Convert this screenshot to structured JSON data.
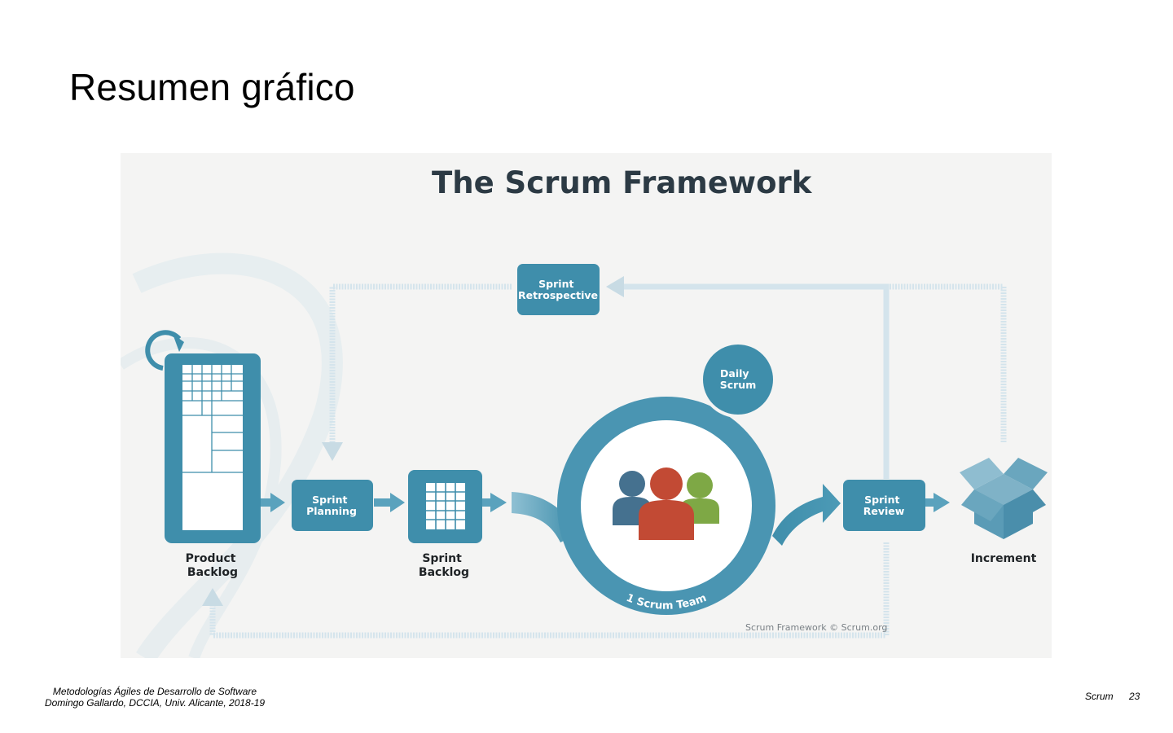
{
  "slide": {
    "title": "Resumen gráfico"
  },
  "diagram": {
    "title": "The Scrum Framework",
    "nodes": {
      "product_backlog": [
        "Product",
        "Backlog"
      ],
      "sprint_planning": [
        "Sprint",
        "Planning"
      ],
      "sprint_backlog": [
        "Sprint",
        "Backlog"
      ],
      "sprint_retrospective": [
        "Sprint",
        "Retrospective"
      ],
      "daily_scrum": [
        "Daily",
        "Scrum"
      ],
      "scrum_team": "1 Scrum Team",
      "sprint_review": [
        "Sprint",
        "Review"
      ],
      "increment": "Increment"
    },
    "copyright": "Scrum Framework © Scrum.org",
    "colors": {
      "primary": "#3f8eab",
      "primary_dark": "#2f7896",
      "loop_arrows": "#d4e4ec",
      "team_red": "#c24a34",
      "team_green": "#7ea845",
      "team_blue": "#45718f"
    }
  },
  "footer": {
    "course": "Metodologías Ágiles de Desarrollo de Software",
    "author": "Domingo Gallardo, DCCIA, Univ. Alicante, 2018-19",
    "section": "Scrum",
    "page": "23"
  }
}
